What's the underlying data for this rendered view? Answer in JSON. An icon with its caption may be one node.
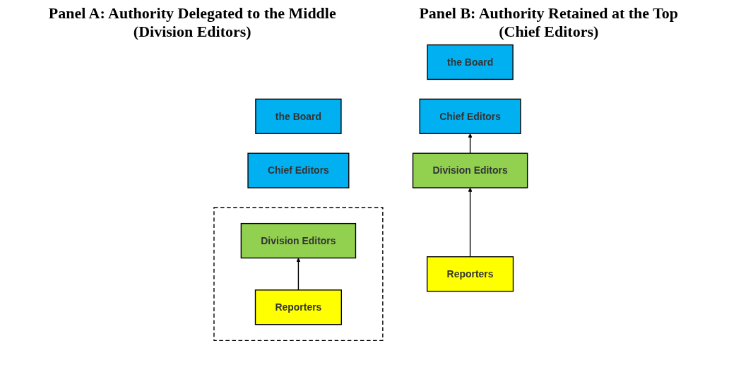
{
  "diagram": {
    "nodes": [
      {
        "text": [
          "the Board"
        ]
      },
      {
        "text": [
          "Chief Editors"
        ]
      },
      {
        "text": [],
        "shape": "box"
      },
      {
        "text": [
          "Division Editors"
        ],
        "in": 2
      },
      {
        "text": [
          "Reporters"
        ],
        "in": 2
      },
      {
        "text": [
          "the Board"
        ]
      },
      {
        "text": [
          "Chief Editors"
        ]
      },
      {
        "text": [
          "Division Editors"
        ]
      },
      {
        "text": [
          "Reporters"
        ]
      }
    ],
    "edges": [
      {
        "from": 4,
        "to": 3,
        "arrow": "to"
      },
      {
        "from": 8,
        "to": 7,
        "arrow": "to"
      },
      {
        "from": 7,
        "to": 6,
        "arrow": "to"
      }
    ],
    "labels": [
      "Panel A: Authority Delegated to the Middle (Division Editors)",
      "Panel B: Authority Retained at the Top (Chief Editors)"
    ]
  }
}
